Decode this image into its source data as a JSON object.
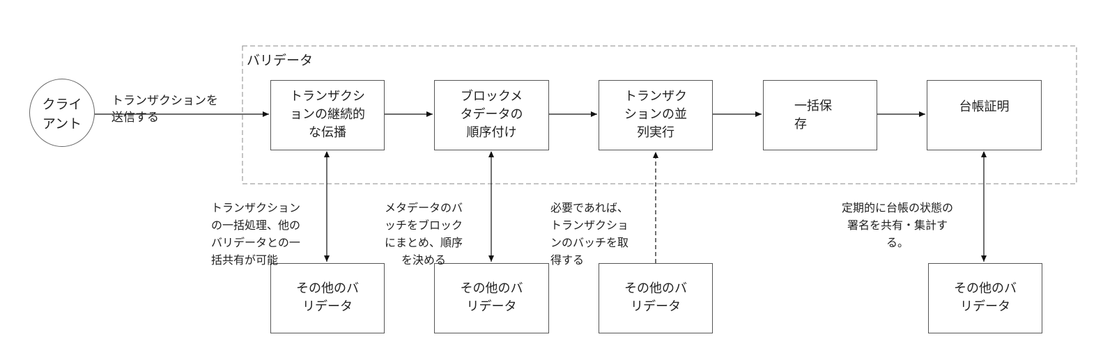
{
  "client": {
    "label": "クライ\nアント"
  },
  "client_edge_label": "トランザクションを\n送信する",
  "validator_group": {
    "label": "バリデータ"
  },
  "steps": [
    {
      "label": "トランザクシ\nョンの継続的\nな伝播"
    },
    {
      "label": "ブロックメ\nタデータの\n順序付け"
    },
    {
      "label": "トランザク\nションの並\n列実行"
    },
    {
      "label": "一括保\n存"
    },
    {
      "label": "台帳証明"
    }
  ],
  "other_validators": [
    {
      "label": "その他のバ\nリデータ"
    },
    {
      "label": "その他のバ\nリデータ"
    },
    {
      "label": "その他のバ\nリデータ"
    },
    {
      "label": "その他のバ\nリデータ"
    }
  ],
  "notes": [
    {
      "text": "トランザクション\nの一括処理、他の\nバリデータとの一\n括共有が可能"
    },
    {
      "text": "メタデータのバ\nッチをブロック\nにまとめ、順序\nを決める"
    },
    {
      "text": "必要であれば、\nトランザクショ\nンのバッチを取\n得する"
    },
    {
      "text": "定期的に台帳の状態の\n署名を共有・集計す\nる。"
    }
  ]
}
